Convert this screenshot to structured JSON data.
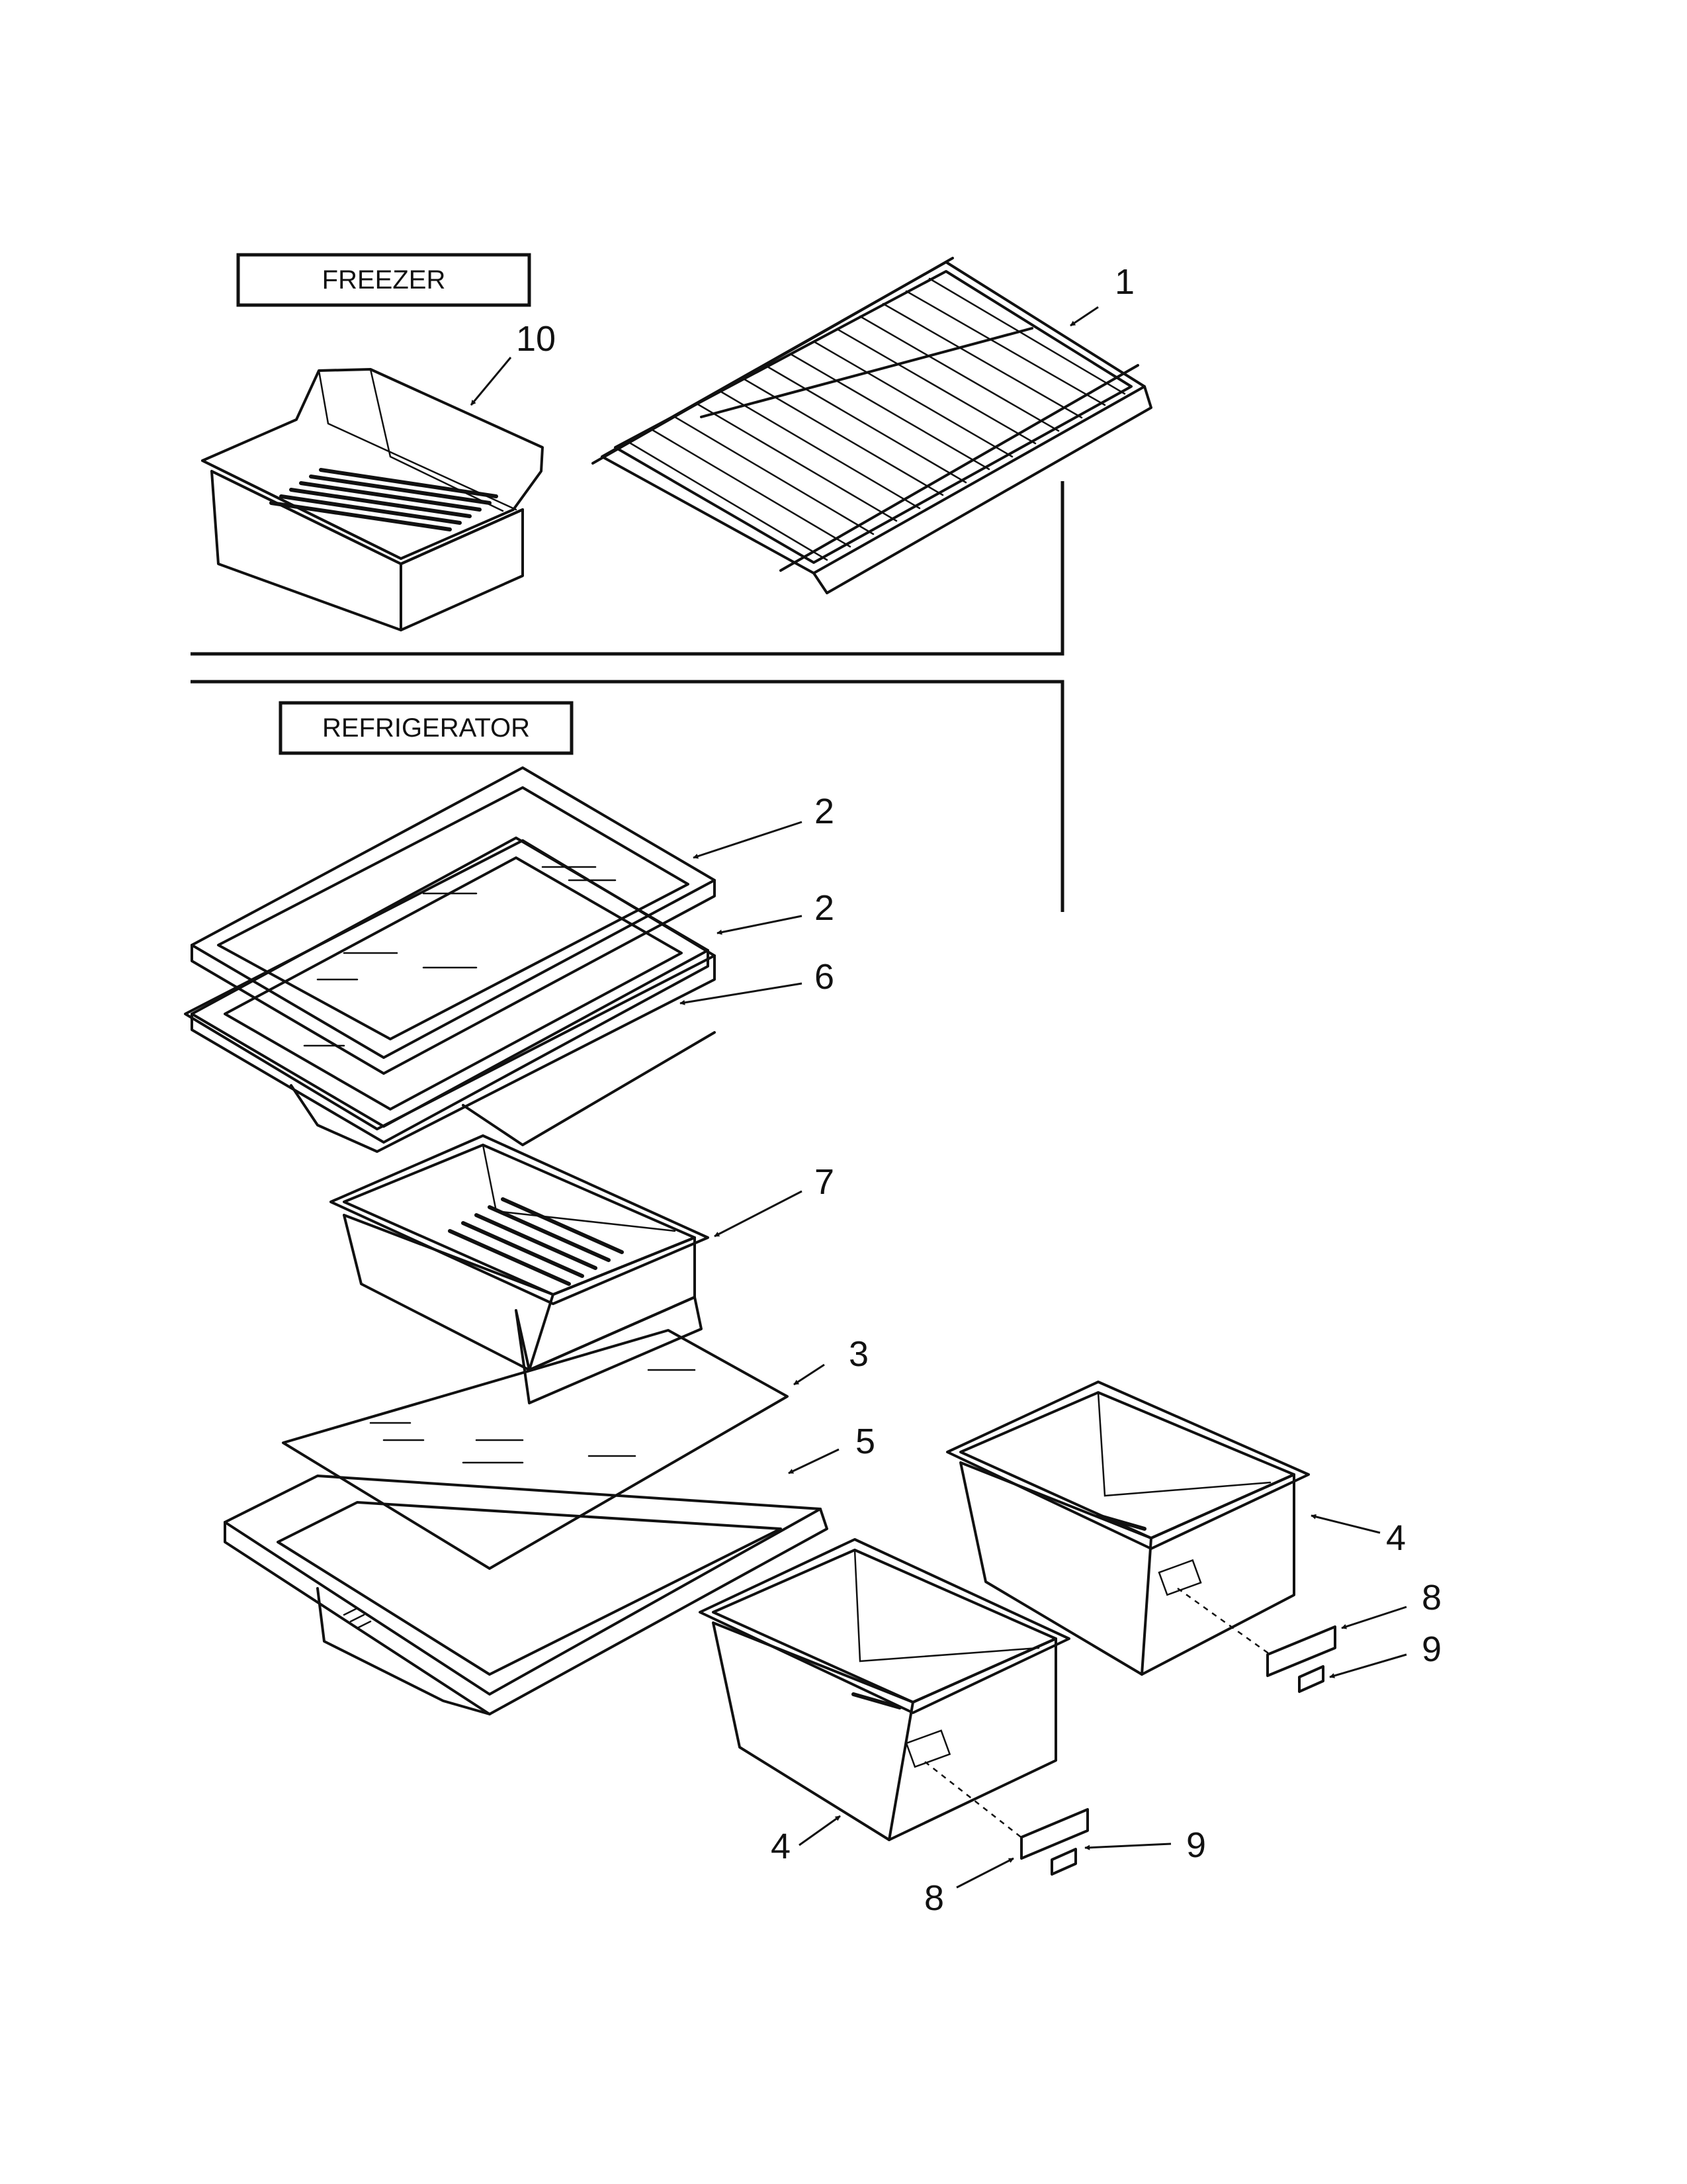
{
  "sections": {
    "freezer": "FREEZER",
    "refrigerator": "REFRIGERATOR"
  },
  "callouts": {
    "c1": "1",
    "c2a": "2",
    "c2b": "2",
    "c3": "3",
    "c4a": "4",
    "c4b": "4",
    "c5": "5",
    "c6": "6",
    "c7": "7",
    "c8a": "8",
    "c8b": "8",
    "c9a": "9",
    "c9b": "9",
    "c10": "10"
  }
}
